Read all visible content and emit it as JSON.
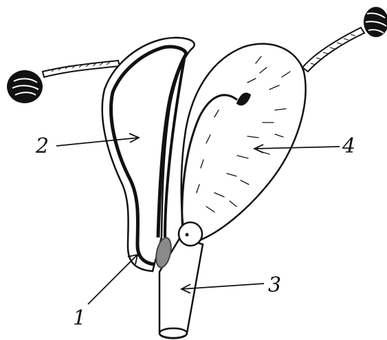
{
  "labels": {
    "l1": "1",
    "l2": "2",
    "l3": "3",
    "l4": "4"
  },
  "colors": {
    "ink": "#111111",
    "ring_fill": "#8a8a8a",
    "background": "#ffffff"
  },
  "icons": [
    "left-ovary-icon",
    "right-ovary-icon",
    "cervix-ring-icon"
  ]
}
